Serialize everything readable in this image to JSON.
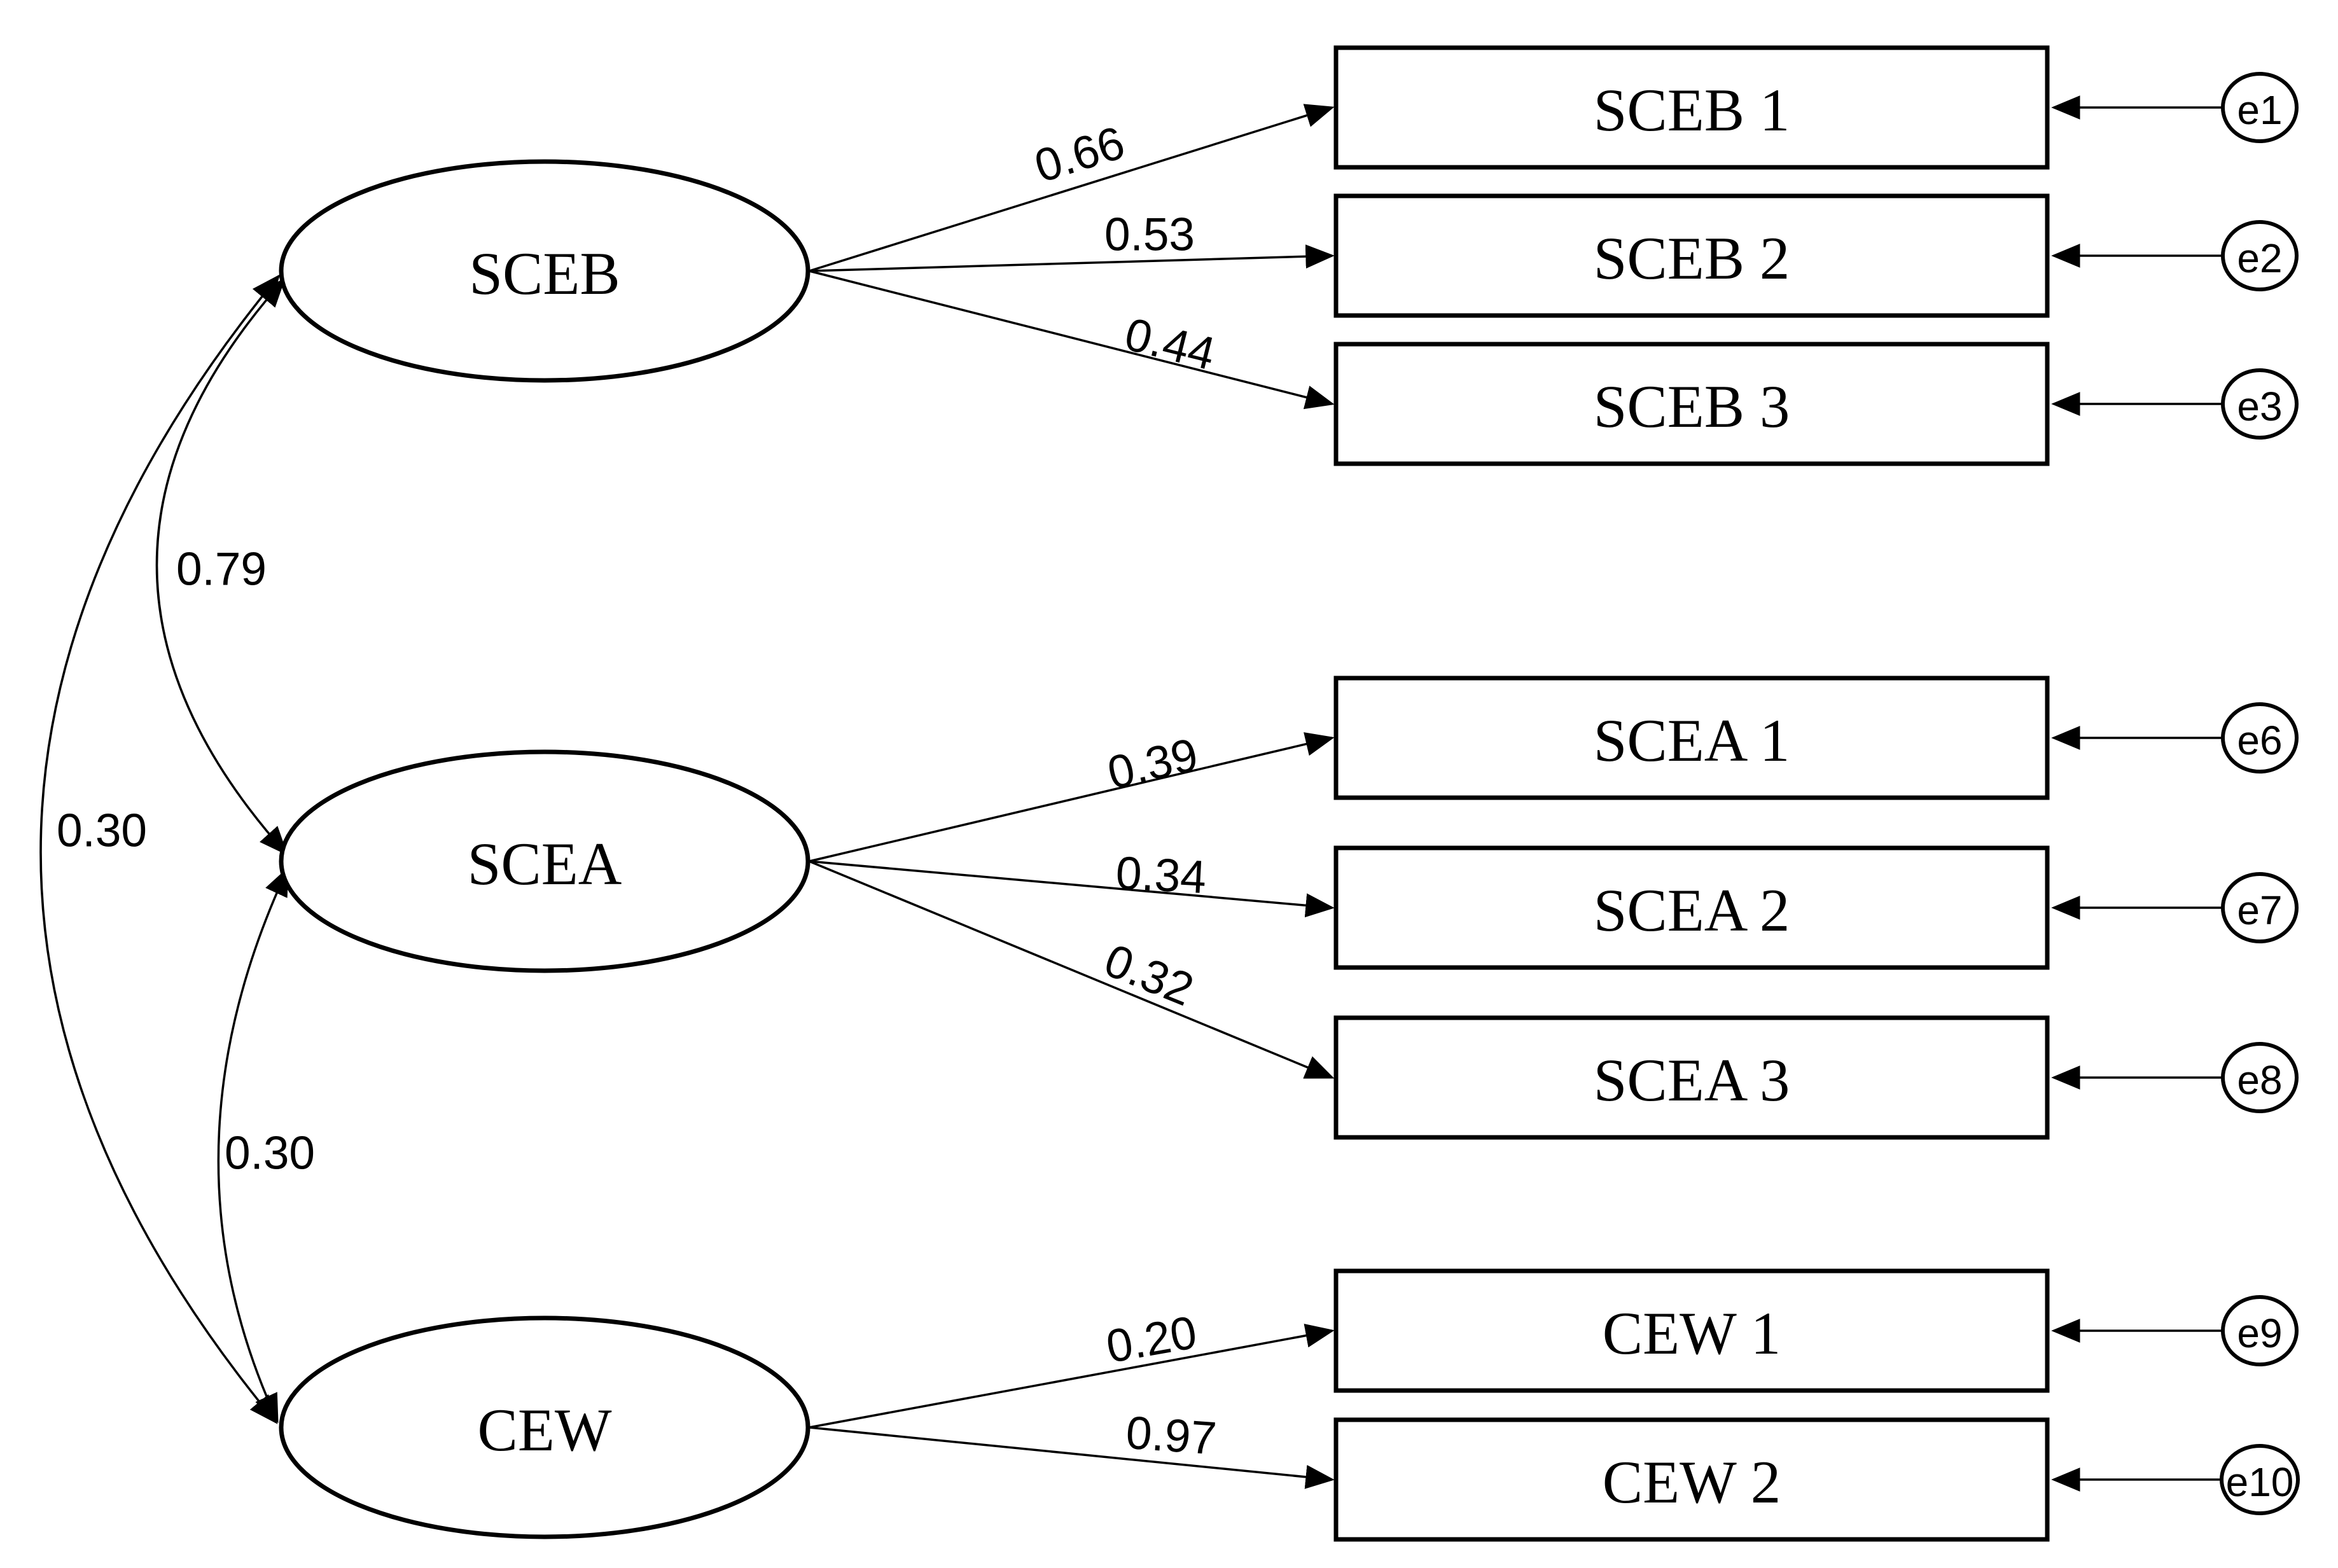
{
  "model": {
    "kind": "confirmatory-factor-analysis-path-diagram",
    "colors": {
      "stroke": "#000000",
      "background": "#ffffff"
    },
    "latent": [
      {
        "id": "sceb",
        "label": "SCEB"
      },
      {
        "id": "scea",
        "label": "SCEA"
      },
      {
        "id": "cew",
        "label": "CEW"
      }
    ],
    "indicators": [
      {
        "label": "SCEB 1",
        "latent": "SCEB",
        "loading": "0.66",
        "error": "e1"
      },
      {
        "label": "SCEB 2",
        "latent": "SCEB",
        "loading": "0.53",
        "error": "e2"
      },
      {
        "label": "SCEB 3",
        "latent": "SCEB",
        "loading": "0.44",
        "error": "e3"
      },
      {
        "label": "SCEA 1",
        "latent": "SCEA",
        "loading": "0.39",
        "error": "e6"
      },
      {
        "label": "SCEA 2",
        "latent": "SCEA",
        "loading": "0.34",
        "error": "e7"
      },
      {
        "label": "SCEA 3",
        "latent": "SCEA",
        "loading": "0.32",
        "error": "e8"
      },
      {
        "label": "CEW 1",
        "latent": "CEW",
        "loading": "0.20",
        "error": "e9"
      },
      {
        "label": "CEW 2",
        "latent": "CEW",
        "loading": "0.97",
        "error": "e10"
      }
    ],
    "covariances": [
      {
        "between": "SCEB-SCEA",
        "value": "0.79"
      },
      {
        "between": "SCEB-CEW",
        "value": "0.30"
      },
      {
        "between": "SCEA-CEW",
        "value": "0.30"
      }
    ]
  }
}
